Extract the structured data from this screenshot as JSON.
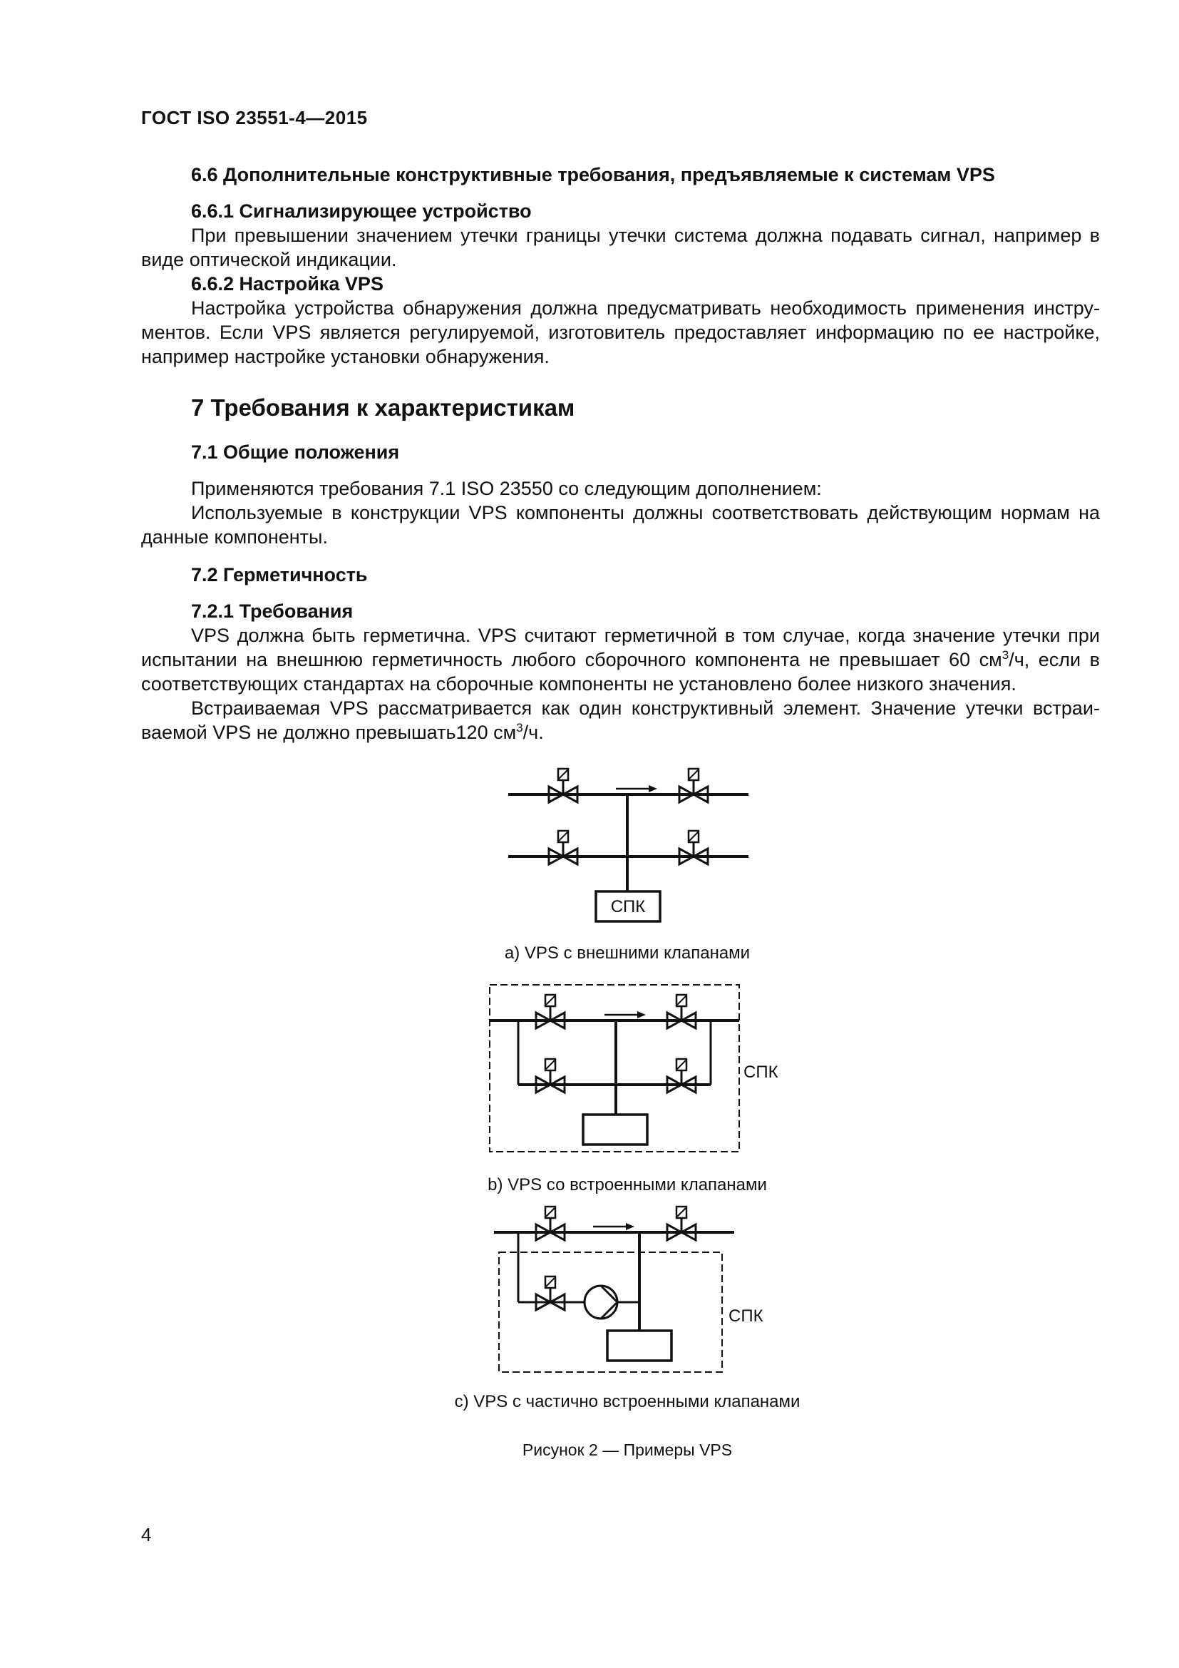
{
  "header": {
    "doc_id": "ГОСТ ISO 23551-4—2015"
  },
  "sections": {
    "s6_6_heading": "6.6 Дополнительные конструктивные требования, предъявляемые к системам VPS",
    "s6_6_1_heading": "6.6.1 Сигнализирующее устройство",
    "s6_6_1_text": "При превышении значением утечки границы утечки система должна подавать сигнал, например в виде оптической индикации.",
    "s6_6_2_heading": "6.6.2 Настройка VPS",
    "s6_6_2_text": "Настройка устройства обнаружения должна предусматривать необходимость применения инстру-ментов. Если VPS является регулируемой, изготовитель предоставляет информацию по ее настройке, например настройке установки обнаружения.",
    "s7_heading": "7 Требования к характеристикам",
    "s7_1_heading": "7.1 Общие положения",
    "s7_1_text_1": "Применяются требования 7.1 ISO 23550 со следующим дополнением:",
    "s7_1_text_2": "Используемые в конструкции VPS компоненты должны соответствовать действующим нормам на данные компоненты.",
    "s7_2_heading": "7.2 Герметичность",
    "s7_2_1_heading": "7.2.1 Требования",
    "s7_2_1_text_1a": "VPS должна быть герметична. VPS считают герметичной в том случае, когда значение утечки при испытании на внешнюю герметичность любого сборочного компонента не превышает 60 см",
    "s7_2_1_text_1_sup": "3",
    "s7_2_1_text_1b": "/ч, если в соответствующих стандартах на сборочные компоненты не установлено более низкого значения.",
    "s7_2_1_text_2a": "Встраиваемая VPS рассматривается как один конструктивный элемент. Значение утечки встраи-ваемой VPS не должно превышать120 см",
    "s7_2_1_text_2_sup": "3",
    "s7_2_1_text_2b": "/ч."
  },
  "figure": {
    "diagram_a": {
      "box_label": "СПК",
      "caption": "a) VPS с внешними клапанами"
    },
    "diagram_b": {
      "box_label": "СПК",
      "caption": "b) VPS со встроенными клапанами"
    },
    "diagram_c": {
      "box_label": "СПК",
      "caption": "c) VPS с частично встроенными клапанами"
    },
    "title": "Рисунок 2 — Примеры VPS"
  },
  "page_number": "4"
}
